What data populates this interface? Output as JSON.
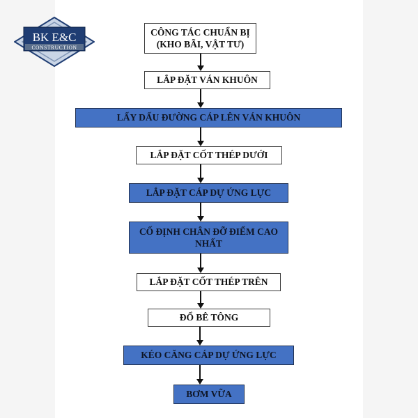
{
  "logo": {
    "title": "BK E&C",
    "subtitle": "CONSTRUCTION",
    "colors": {
      "navy": "#1f3d73",
      "light": "#b9c8dc",
      "band": "#5a6f8c"
    }
  },
  "flowchart": {
    "colors": {
      "blue_fill": "#4472c4",
      "white_fill": "#ffffff",
      "border": "#333333",
      "arrow": "#111111"
    },
    "steps": [
      {
        "lines": [
          "CÔNG TÁC CHUẨN BỊ",
          "(KHO BÃI, VẬT TƯ)"
        ],
        "style": "white"
      },
      {
        "lines": [
          "LẮP ĐẶT VÁN KHUÔN"
        ],
        "style": "white"
      },
      {
        "lines": [
          "LẤY DẤU ĐƯỜNG CÁP LÊN VÁN KHUÔN"
        ],
        "style": "blue"
      },
      {
        "lines": [
          "LẮP ĐẶT CỐT THÉP DƯỚI"
        ],
        "style": "white"
      },
      {
        "lines": [
          "LẮP ĐẶT CÁP DỰ ỨNG LỰC"
        ],
        "style": "blue"
      },
      {
        "lines": [
          "CỐ ĐỊNH CHÂN ĐỠ ĐIỂM CAO",
          "NHẤT"
        ],
        "style": "blue"
      },
      {
        "lines": [
          "LẮP ĐẶT CỐT THÉP TRÊN"
        ],
        "style": "white"
      },
      {
        "lines": [
          "ĐỔ BÊ TÔNG"
        ],
        "style": "white"
      },
      {
        "lines": [
          "KÉO CĂNG CÁP DỰ ỨNG LỰC"
        ],
        "style": "blue"
      },
      {
        "lines": [
          "BƠM VỮA"
        ],
        "style": "blue"
      }
    ]
  }
}
